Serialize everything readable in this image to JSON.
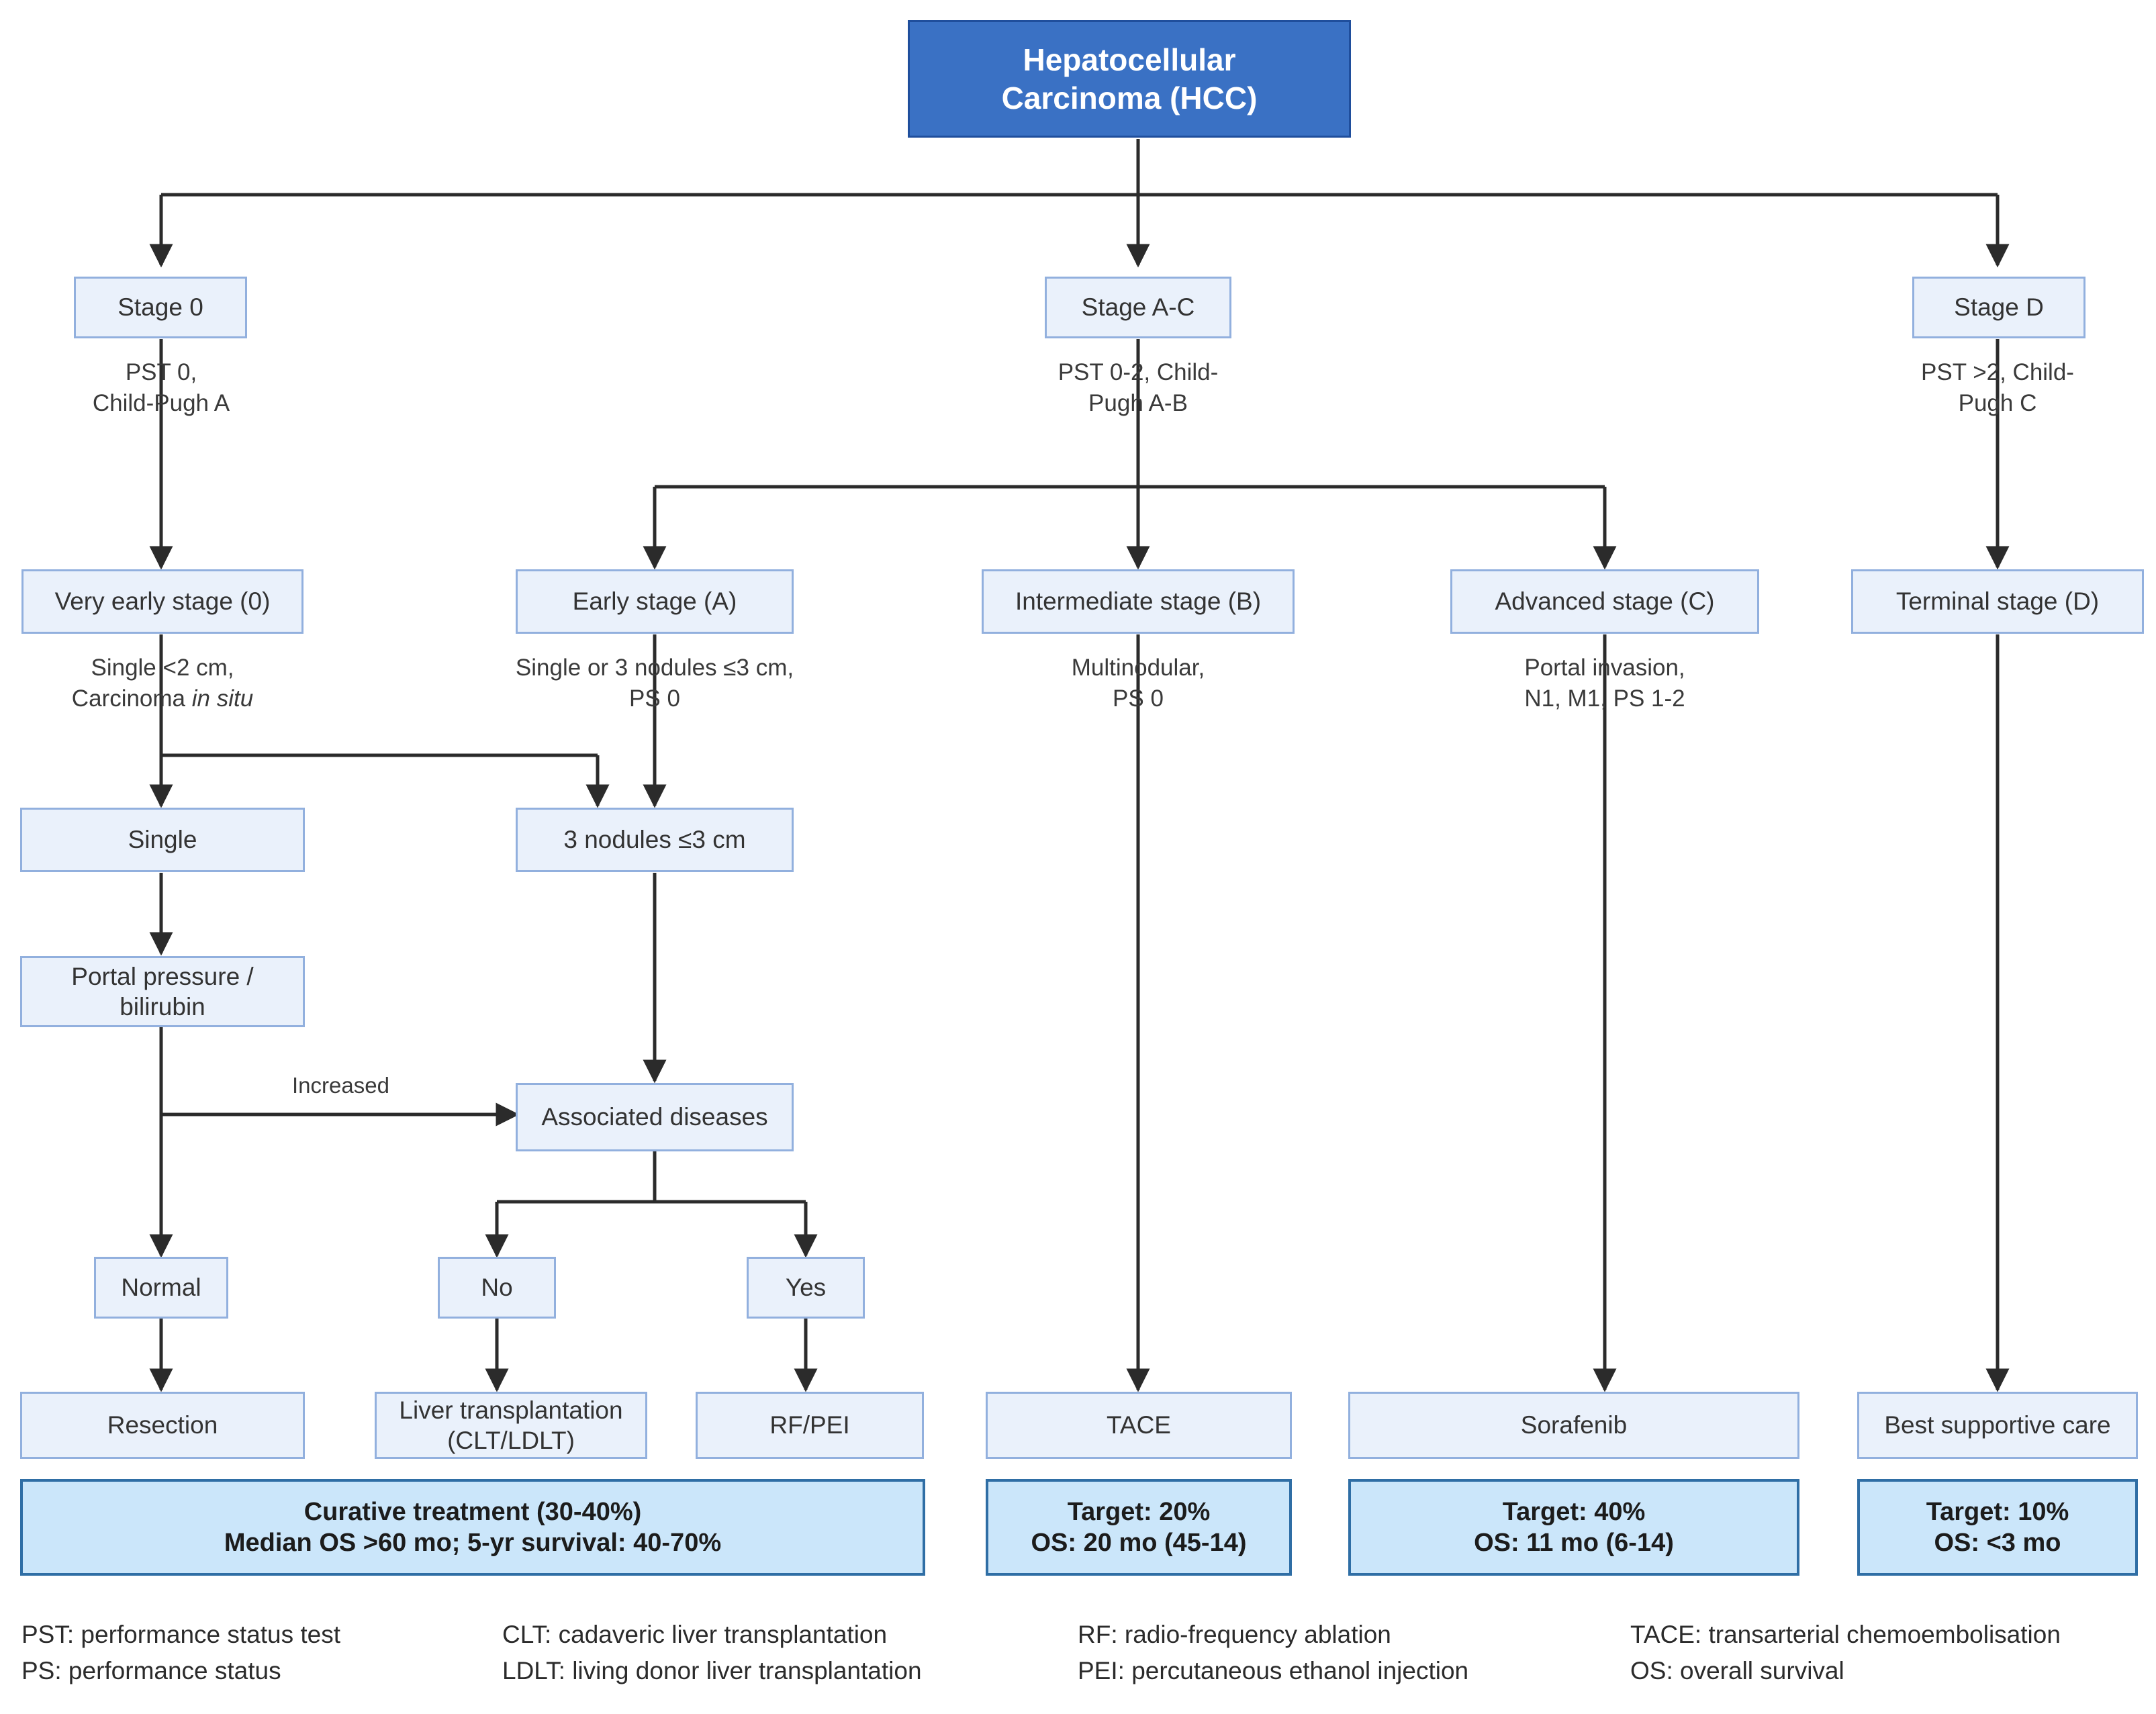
{
  "diagram": {
    "title": "Hepatocellular Carcinoma (HCC) — BCLC staging and treatment algorithm",
    "root": {
      "label": "Hepatocellular\nCarcinoma (HCC)"
    },
    "stage_tier": [
      {
        "id": "stage0",
        "label": "Stage 0",
        "caption": "PST 0,\nChild-Pugh A"
      },
      {
        "id": "stageac",
        "label": "Stage A-C",
        "caption": "PST 0-2, Child-\nPugh A-B"
      },
      {
        "id": "staged",
        "label": "Stage D",
        "caption": "PST >2, Child-\nPugh C"
      }
    ],
    "substage_tier": [
      {
        "id": "veryearly",
        "label": "Very early stage (0)",
        "caption_pre": "Single <2 cm,\nCarcinoma ",
        "caption_ital": "in situ",
        "caption_post": ""
      },
      {
        "id": "early",
        "label": "Early stage (A)",
        "caption_pre": "Single or 3 nodules ≤3 cm,\nPS 0",
        "caption_ital": "",
        "caption_post": ""
      },
      {
        "id": "intermediate",
        "label": "Intermediate stage (B)",
        "caption_pre": "Multinodular,\nPS 0",
        "caption_ital": "",
        "caption_post": ""
      },
      {
        "id": "advanced",
        "label": "Advanced stage (C)",
        "caption_pre": "Portal invasion,\nN1, M1, PS 1-2",
        "caption_ital": "",
        "caption_post": ""
      },
      {
        "id": "terminal",
        "label": "Terminal stage (D)",
        "caption_pre": "",
        "caption_ital": "",
        "caption_post": ""
      }
    ],
    "decision_nodes": [
      {
        "id": "single",
        "label": "Single"
      },
      {
        "id": "nodules3",
        "label": "3 nodules ≤3 cm"
      },
      {
        "id": "portal",
        "label": "Portal pressure /\nbilirubin"
      },
      {
        "id": "assoc",
        "label": "Associated diseases"
      },
      {
        "id": "normal",
        "label": "Normal"
      },
      {
        "id": "no",
        "label": "No"
      },
      {
        "id": "yes",
        "label": "Yes"
      }
    ],
    "edge_labels": [
      {
        "id": "increased",
        "label": "Increased"
      }
    ],
    "treatment_nodes": [
      {
        "id": "resection",
        "label": "Resection"
      },
      {
        "id": "transplant",
        "label": "Liver transplantation\n(CLT/LDLT)"
      },
      {
        "id": "rfpei",
        "label": "RF/PEI"
      },
      {
        "id": "tace",
        "label": "TACE"
      },
      {
        "id": "sorafenib",
        "label": "Sorafenib"
      },
      {
        "id": "bsc",
        "label": "Best supportive care"
      }
    ],
    "outcome_bars": [
      {
        "id": "curative",
        "label": "Curative treatment (30-40%)\nMedian OS >60 mo; 5-yr survival: 40-70%"
      },
      {
        "id": "tace_out",
        "label": "Target: 20%\nOS: 20 mo (45-14)"
      },
      {
        "id": "sora_out",
        "label": "Target: 40%\nOS: 11 mo (6-14)"
      },
      {
        "id": "bsc_out",
        "label": "Target: 10%\nOS: <3 mo"
      }
    ],
    "legend": [
      {
        "id": "col1",
        "lines": [
          "PST: performance status test",
          "PS: performance status"
        ]
      },
      {
        "id": "col2",
        "lines": [
          "CLT: cadaveric liver transplantation",
          "LDLT: living donor liver transplantation"
        ]
      },
      {
        "id": "col3",
        "lines": [
          "RF: radio-frequency ablation",
          "PEI: percutaneous ethanol injection"
        ]
      },
      {
        "id": "col4",
        "lines": [
          "TACE: transarterial chemoembolisation",
          "OS: overall survival"
        ]
      }
    ],
    "colors": {
      "root_fill": "#3a71c4",
      "root_border": "#1f4e9c",
      "node_fill": "#eaf1fb",
      "node_border": "#92b0de",
      "summary_fill": "#cbe6fa",
      "summary_border": "#2f6ea5",
      "connector": "#333333",
      "text": "#333333",
      "background": "#ffffff"
    }
  }
}
